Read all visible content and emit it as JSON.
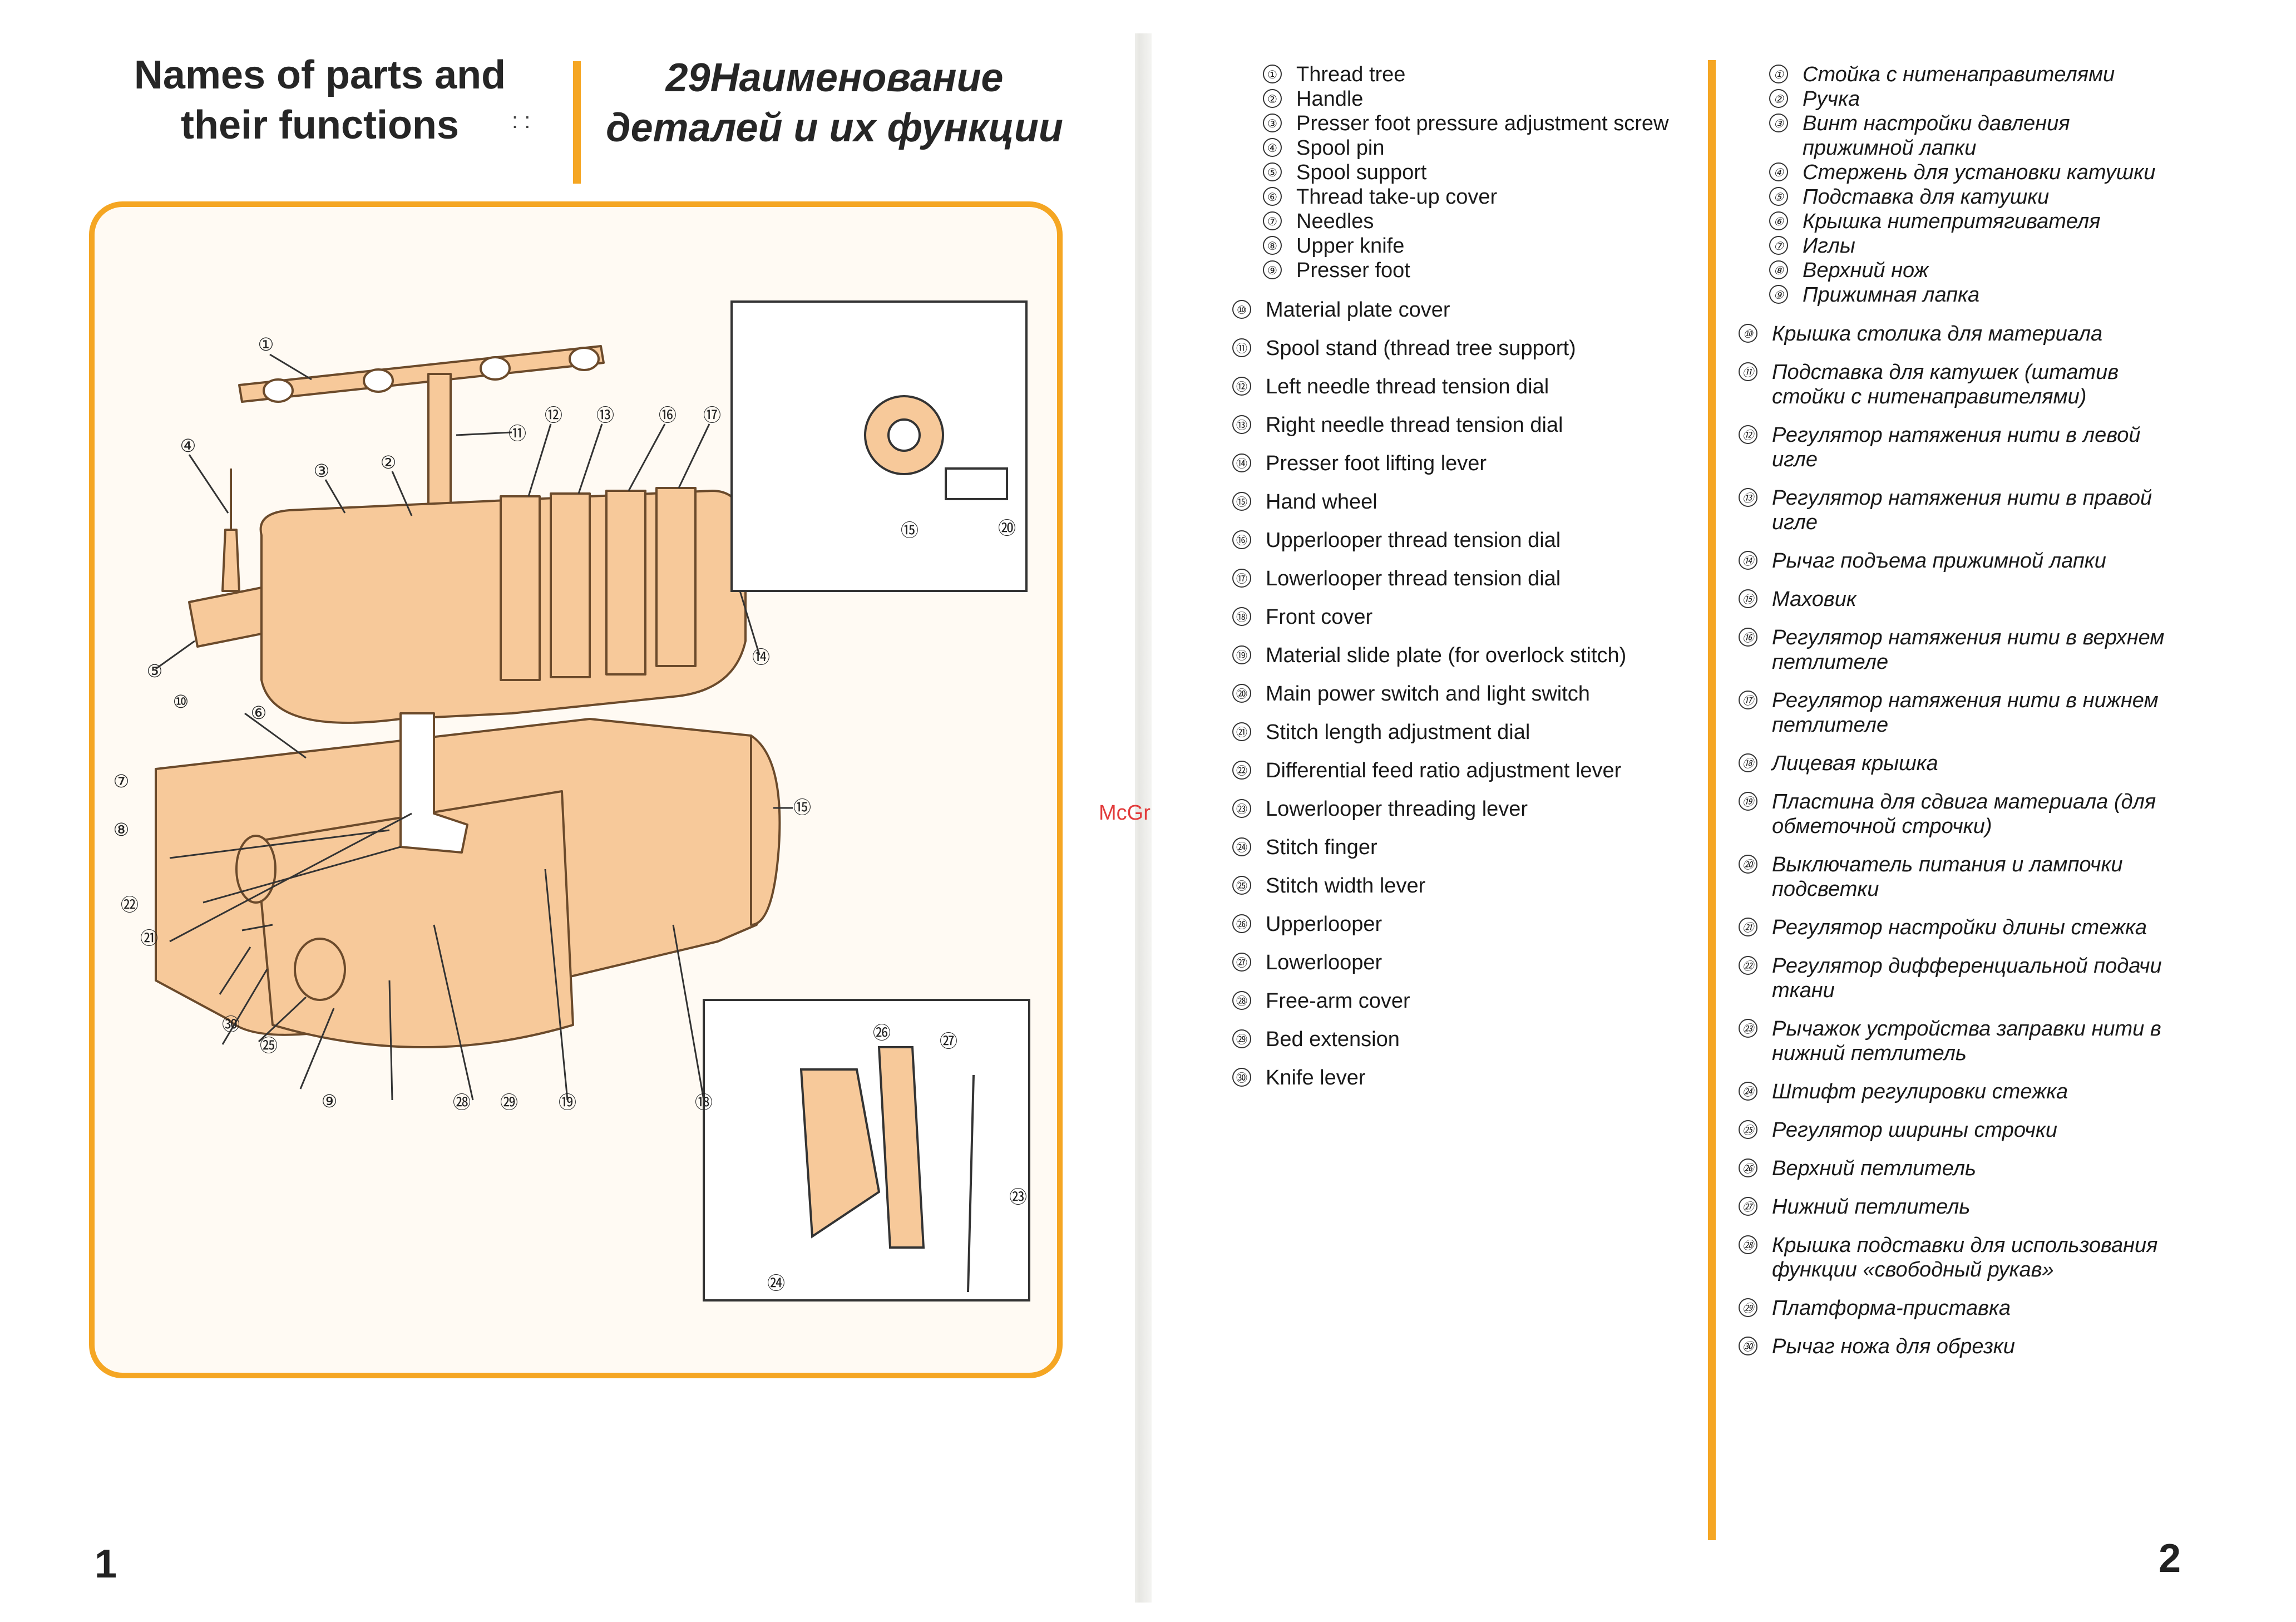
{
  "left_page": {
    "title_en_line1": "Names of parts and",
    "title_en_line2": "their functions",
    "title_ru_line1": "29Наименование",
    "title_ru_line2": "деталей и их функции",
    "title_marks": ": :",
    "page_number": "1"
  },
  "right_page": {
    "page_number": "2"
  },
  "watermark": "McGrp.Ru",
  "callouts": [
    "①",
    "②",
    "③",
    "④",
    "⑤",
    "⑥",
    "⑦",
    "⑧",
    "⑨",
    "⑩",
    "⑪",
    "⑫",
    "⑬",
    "⑭",
    "⑮",
    "⑯",
    "⑰",
    "⑱",
    "⑲",
    "⑳",
    "㉑",
    "㉒",
    "㉓",
    "㉔",
    "㉕",
    "㉖",
    "㉗",
    "㉘",
    "㉙",
    "㉚"
  ],
  "parts_en": [
    "Thread tree",
    "Handle",
    "Presser foot pressure adjustment screw",
    "Spool pin",
    "Spool support",
    "Thread take-up cover",
    "Needles",
    "Upper knife",
    "Presser foot",
    "Material plate cover",
    "Spool stand (thread tree support)",
    "Left needle thread tension dial",
    "Right needle thread tension dial",
    "Presser foot lifting lever",
    "Hand wheel",
    "Upperlooper thread tension dial",
    "Lowerlooper thread tension dial",
    "Front cover",
    "Material slide plate (for overlock stitch)",
    "Main power switch and light switch",
    "Stitch length adjustment dial",
    "Differential feed ratio adjustment lever",
    "Lowerlooper threading lever",
    "Stitch finger",
    "Stitch width lever",
    "Upperlooper",
    "Lowerlooper",
    "Free-arm cover",
    "Bed extension",
    "Knife lever"
  ],
  "parts_ru": [
    "Стойка с нитенаправителями",
    "Ручка",
    "Винт настройки давления прижимной лапки",
    "Стержень для установки катушки",
    "Подставка для катушки",
    "Крышка нитепритягивателя",
    "Иглы",
    "Верхний нож",
    "Прижимная лапка",
    "Крышка столика для материала",
    "Подставка для катушек (штатив стойки с нитенаправителями)",
    "Регулятор натяжения нити в левой игле",
    "Регулятор натяжения нити в правой игле",
    "Рычаг подъема прижимной лапки",
    "Маховик",
    "Регулятор натяжения нити в верхнем петлителе",
    "Регулятор натяжения нити в нижнем петлителе",
    "Лицевая крышка",
    "Пластина для сдвига материала (для обметочной строчки)",
    "Выключатель питания и лампочки подсветки",
    "Регулятор настройки длины стежка",
    "Регулятор дифференциальной подачи ткани",
    "Рычажок устройства заправки нити в нижний петлитель",
    "Штифт регулировки стежка",
    "Регулятор ширины строчки",
    "Верхний петлитель",
    "Нижний петлитель",
    "Крышка подставки для использования функции «свободный рукав»",
    "Платформа-приставка",
    "Рычаг ножа для обрезки"
  ],
  "colors": {
    "accent": "#f5a623",
    "machine_fill": "#f7c99a",
    "machine_stroke": "#6b4a2b",
    "frame_bg": "#fffaf3"
  }
}
